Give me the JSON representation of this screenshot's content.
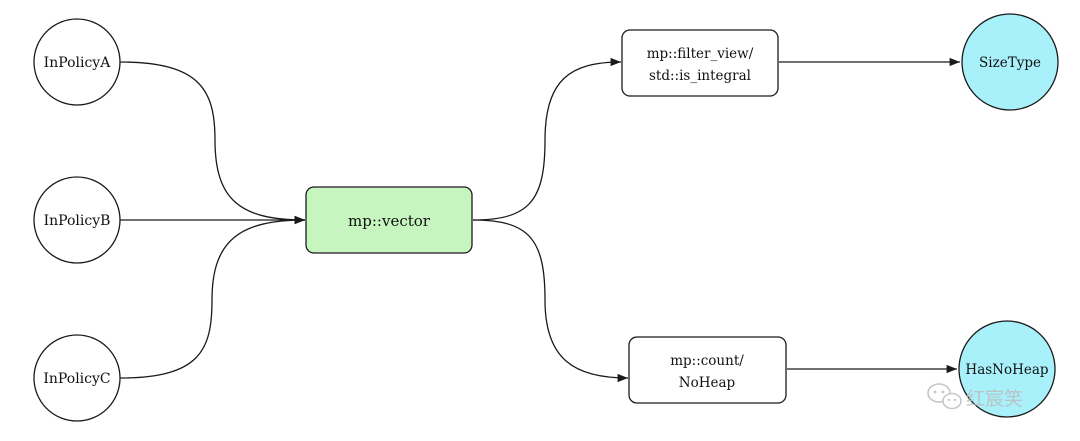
{
  "nodes": {
    "in_policy_a": {
      "label": "InPolicyA"
    },
    "in_policy_b": {
      "label": "InPolicyB"
    },
    "in_policy_c": {
      "label": "InPolicyC"
    },
    "vector": {
      "label": "mp::vector"
    },
    "filter_view": {
      "line1": "mp::filter_view/",
      "line2": "std::is_integral"
    },
    "count": {
      "line1": "mp::count/",
      "line2": "NoHeap"
    },
    "size_type": {
      "label": "SizeType"
    },
    "has_no_heap": {
      "label": "HasNoHeap"
    }
  },
  "colors": {
    "core_fill": "#c6f5bf",
    "result_fill": "#a8f0fa",
    "stroke": "#1a1a1a"
  },
  "watermark": {
    "text": "红宸笑",
    "icon": "wechat-icon"
  }
}
